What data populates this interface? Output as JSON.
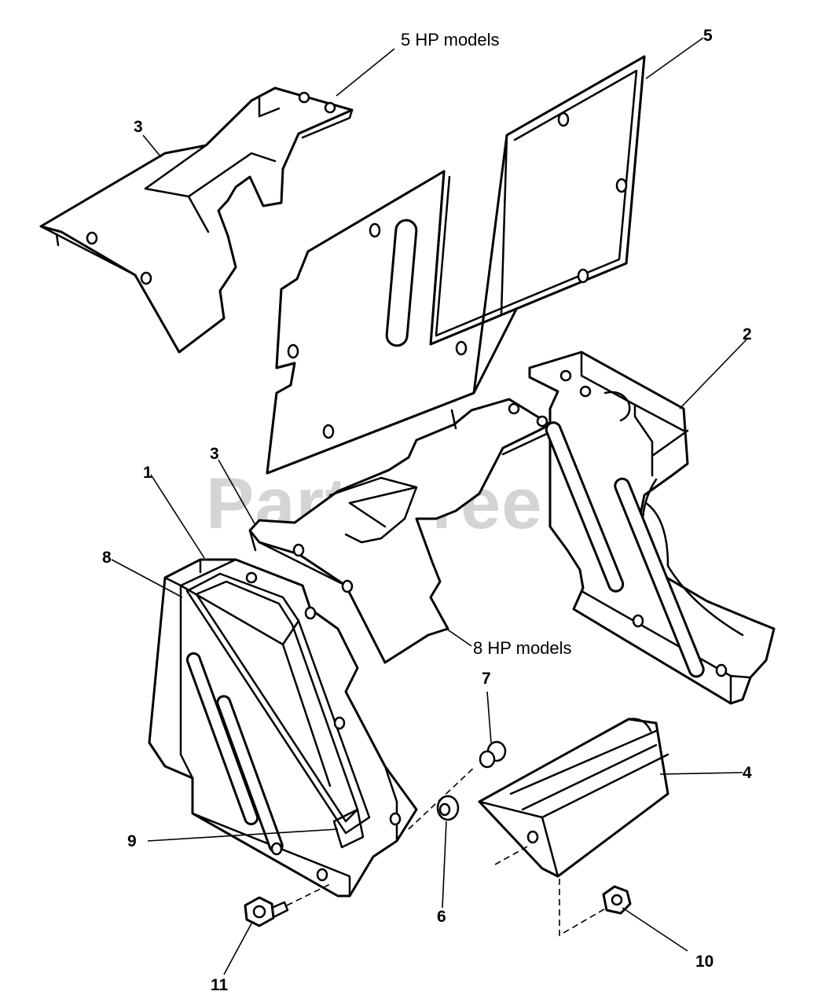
{
  "watermark": "PartsTree",
  "notes": {
    "five_hp": "5 HP models",
    "eight_hp": "8 HP models"
  },
  "callouts": {
    "c1": "1",
    "c2": "2",
    "c3_top": "3",
    "c3_mid": "3",
    "c4": "4",
    "c5": "5",
    "c6": "6",
    "c7": "7",
    "c8": "8",
    "c9": "9",
    "c10": "10",
    "c11": "11"
  }
}
